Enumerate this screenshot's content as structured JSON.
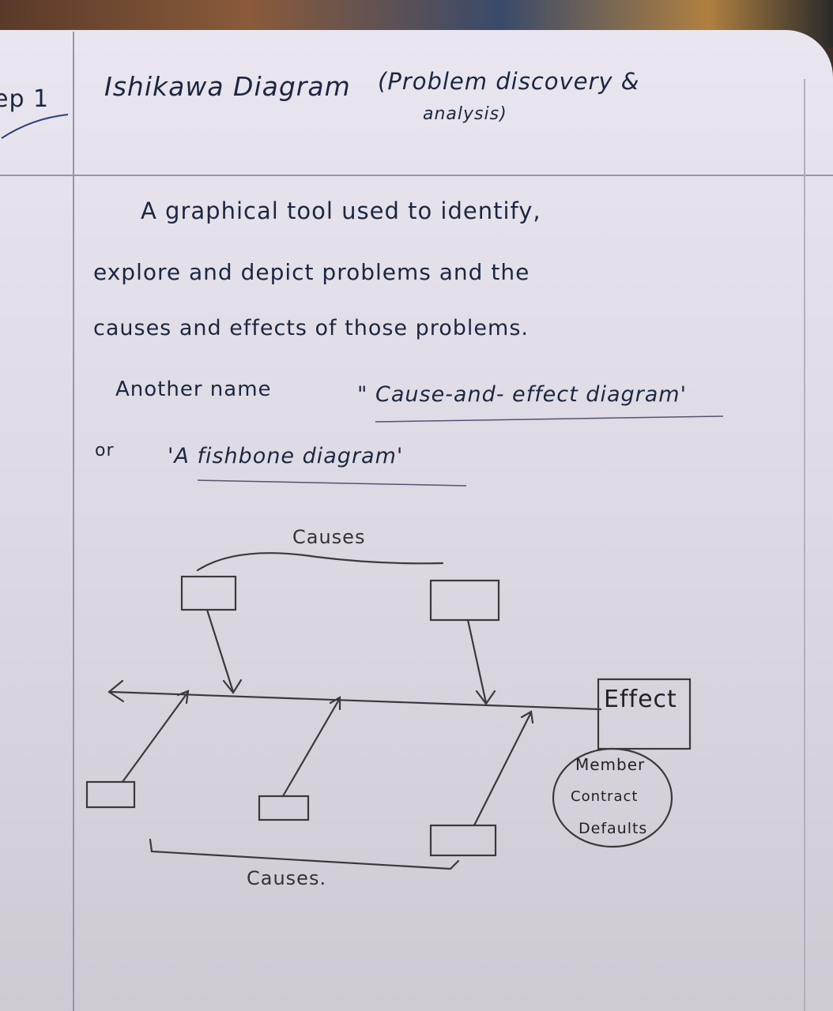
{
  "header": {
    "step_label": "ep 1",
    "title": "Ishikawa Diagram",
    "subtitle_line1": "(Problem discovery &",
    "subtitle_line2": "analysis)"
  },
  "body": {
    "line1": "A graphical tool used to identify,",
    "line2": "explore and depict problems and the",
    "line3": "causes and effects of those problems.",
    "line4_prefix": "Another name",
    "line4_quote": "\" Cause-and- effect diagram'",
    "line5_prefix": "or",
    "line5_quote": "'A fishbone diagram'"
  },
  "diagram": {
    "top_label": "Causes",
    "bottom_label": "Causes.",
    "effect_label": "Effect",
    "effect_note": [
      "Member",
      "Contract",
      "Defaults"
    ]
  },
  "colors": {
    "ink": "#1c2740",
    "pencil": "#3a3a3a",
    "paper": "#e6e2ec",
    "margin_line": "#8a7fa0"
  }
}
